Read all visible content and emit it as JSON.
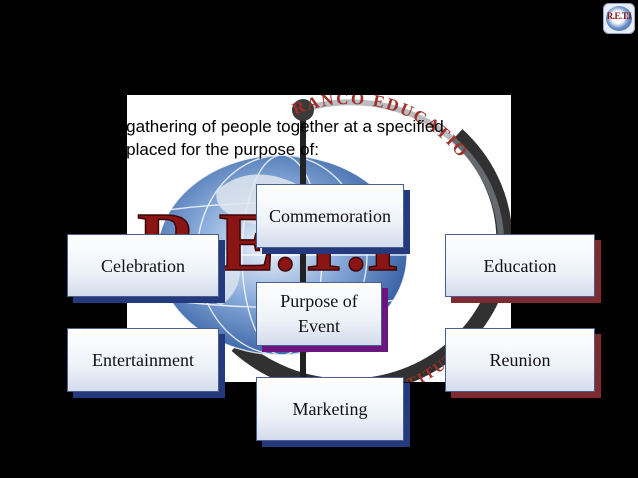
{
  "intro": {
    "line1": "e gathering of people together at a specified",
    "line2": "d placed for the purpose of:"
  },
  "watermark": {
    "arc_text": "RANCO EDUCATIO",
    "arc_text2": "NING INSTITUTE",
    "monogram": "R.E.T.I"
  },
  "corner_logo": {
    "text": "R.E.T.I"
  },
  "center": {
    "label_line1": "Purpose of",
    "label_line2": "Event"
  },
  "boxes": {
    "top": "Commemoration",
    "left_upper": "Celebration",
    "right_upper": "Education",
    "left_lower": "Entertainment",
    "right_lower": "Reunion",
    "bottom": "Marketing"
  },
  "colors": {
    "background": "#000000",
    "box_border": "#4a5f8c",
    "shadow_blue": "#243a7c",
    "shadow_red": "#7f2930",
    "shadow_purple": "#6b1680"
  }
}
